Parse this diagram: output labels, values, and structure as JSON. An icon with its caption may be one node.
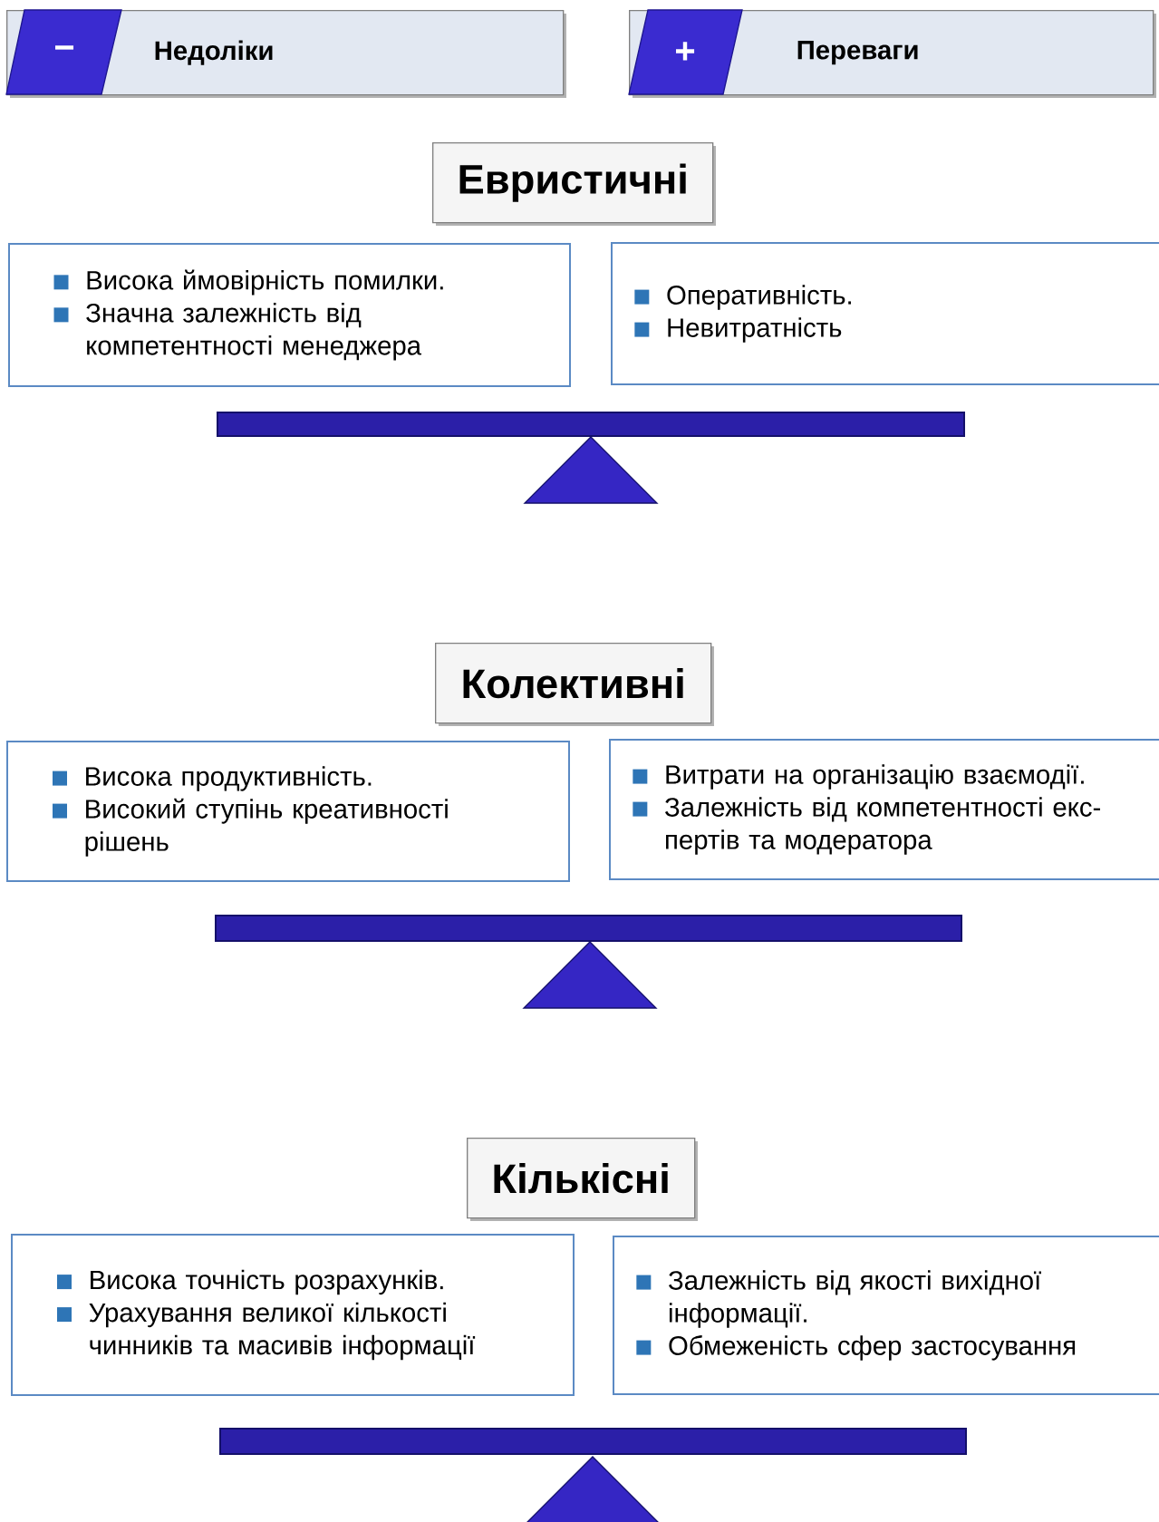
{
  "diagram": {
    "nodes": [
      {
        "text": [
          "−",
          "Недоліки"
        ]
      },
      {
        "text": [
          "+",
          "Переваги"
        ]
      },
      {
        "text": [
          "Евристичні"
        ]
      },
      {
        "text": [
          "Висока ймовірність помилки.",
          "Значна залежність від компетентності менеджера"
        ]
      },
      {
        "text": [
          "Оперативність.",
          "Невитратність"
        ]
      },
      {
        "text": [
          "Колективні"
        ]
      },
      {
        "text": [
          "Висока продуктивність.",
          "Високий ступінь креативності рішень"
        ]
      },
      {
        "text": [
          "Витрати на організацію взаємодії.",
          "Залежність від компетентності екс-пертів та модератора"
        ]
      },
      {
        "text": [
          "Кількісні"
        ]
      },
      {
        "text": [
          "Висока точність розрахунків.",
          "Урахування великої кількості чинників та масивів інформації"
        ]
      },
      {
        "text": [
          "Залежність від якості вихідної інформації.",
          "Обмеженість сфер застосування"
        ]
      }
    ]
  }
}
